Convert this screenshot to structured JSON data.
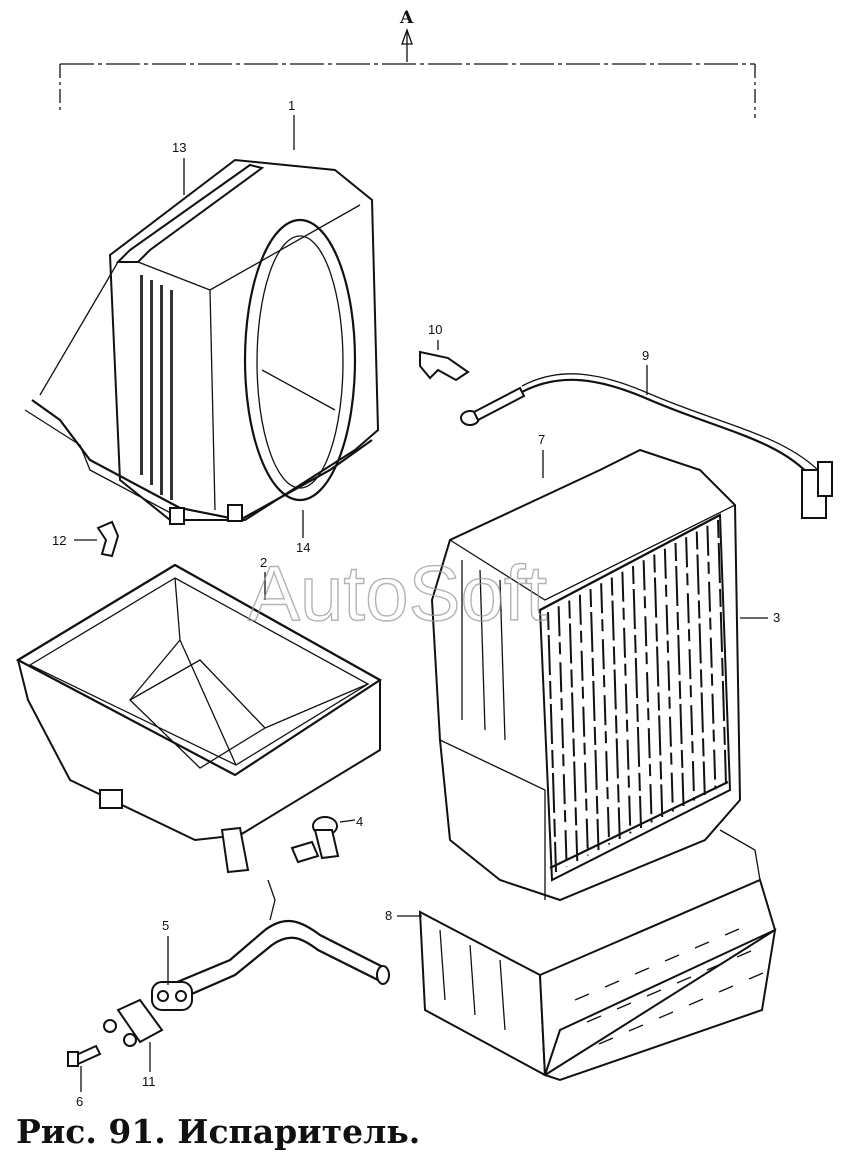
{
  "figure": {
    "caption": "Рис. 91. Испаритель.",
    "assembly_label": "A",
    "watermark": "AutoSoft",
    "callouts": {
      "c1": "1",
      "c2": "2",
      "c3": "3",
      "c4": "4",
      "c5": "5",
      "c6": "6",
      "c7": "7",
      "c8": "8",
      "c9": "9",
      "c10": "10",
      "c11": "11",
      "c12": "12",
      "c13": "13",
      "c14": "14"
    }
  }
}
